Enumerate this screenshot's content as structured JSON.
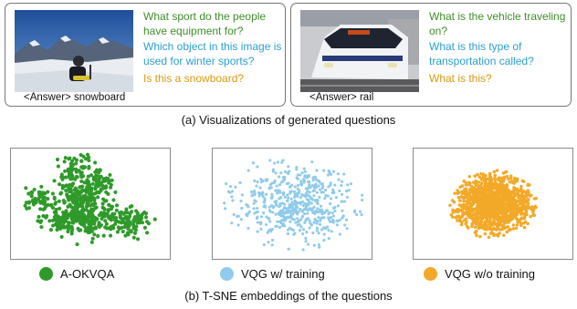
{
  "examples": [
    {
      "answer_text": "<Answer> snowboard",
      "questions": [
        {
          "text": "What sport do the people have equipment for?",
          "color": "#3e8f2a"
        },
        {
          "text": "Which object in this image is used for winter sports?",
          "color": "#2b9fd1"
        },
        {
          "text": "Is this a snowboard?",
          "color": "#d89a10"
        }
      ]
    },
    {
      "answer_text": "<Answer> rail",
      "questions": [
        {
          "text": "What is the vehicle traveling on?",
          "color": "#3e8f2a"
        },
        {
          "text": "What is this type of transportation called?",
          "color": "#2b9fd1"
        },
        {
          "text": "What is this?",
          "color": "#d89a10"
        }
      ]
    }
  ],
  "captions": {
    "a": "(a) Visualizations of generated questions",
    "b": "(b) T-SNE embeddings of the questions"
  },
  "chart_data": [
    {
      "type": "scatter",
      "series": [
        {
          "name": "A-OKVQA",
          "color": "#2f9a2a"
        }
      ],
      "grid": false
    },
    {
      "type": "scatter",
      "series": [
        {
          "name": "VQG w/ training",
          "color": "#8fcbea"
        }
      ],
      "grid": false
    },
    {
      "type": "scatter",
      "series": [
        {
          "name": "VQG w/o training",
          "color": "#f3a928"
        }
      ],
      "grid": false
    }
  ]
}
